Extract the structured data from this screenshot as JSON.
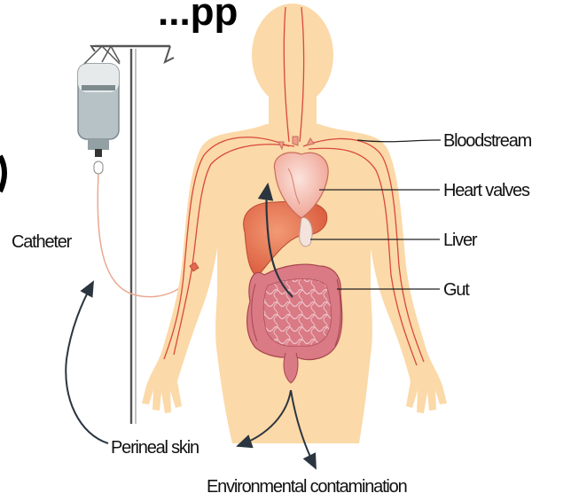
{
  "title": {
    "fragment": "...pp"
  },
  "labels": {
    "bloodstream": "Bloodstream",
    "heart_valves": "Heart valves",
    "liver": "Liver",
    "gut": "Gut",
    "catheter": "Catheter",
    "perineal_skin": "Perineal skin",
    "environmental_contamination": "Environmental contamination"
  }
}
